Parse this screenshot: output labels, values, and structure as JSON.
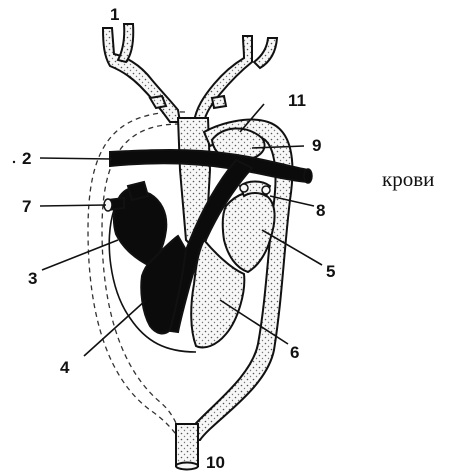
{
  "labels": {
    "l1": "1",
    "l2": "2",
    "l3": "3",
    "l4": "4",
    "l5": "5",
    "l6": "6",
    "l7": "7",
    "l8": "8",
    "l9": "9",
    "l10": "10",
    "l11": "11"
  },
  "side_text": "крови",
  "colors": {
    "arterial_fill": "dotted-light",
    "venous_fill": "#0b0b0b"
  }
}
